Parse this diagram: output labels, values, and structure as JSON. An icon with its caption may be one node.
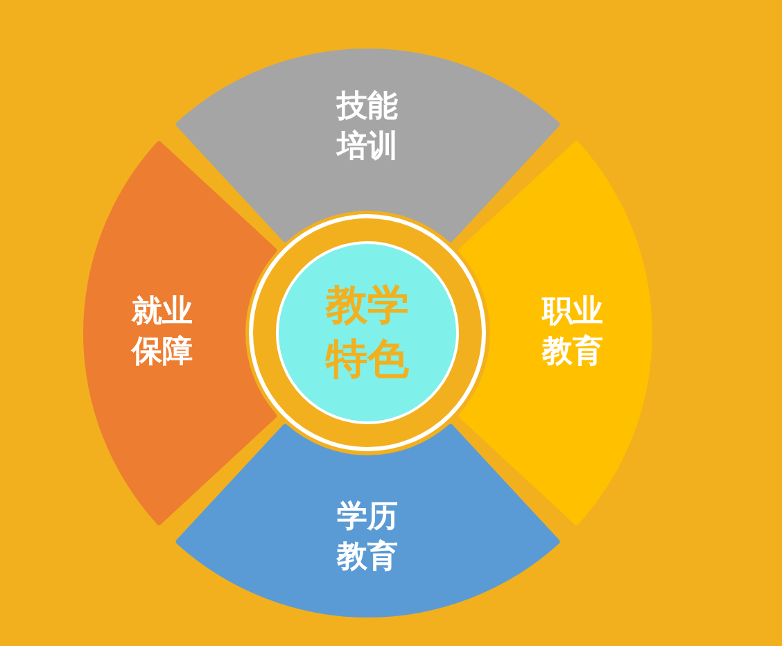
{
  "diagram": {
    "nodes": [
      {
        "text": [
          "技能培训"
        ]
      },
      {
        "text": [
          "就业保障"
        ]
      },
      {
        "text": [
          "教学特色"
        ]
      },
      {
        "text": [
          "职业教育"
        ]
      },
      {
        "text": [
          "学历教育"
        ]
      }
    ]
  }
}
